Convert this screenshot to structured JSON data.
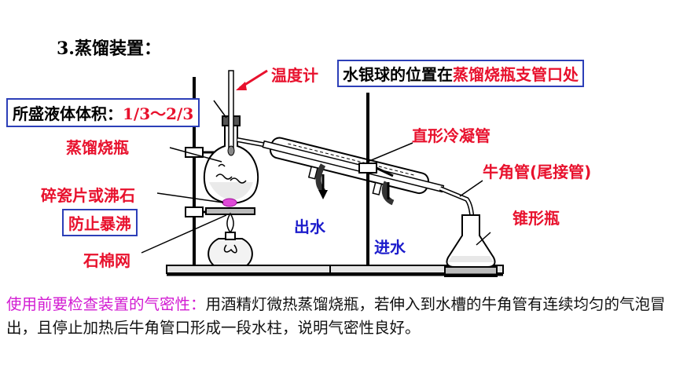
{
  "title": "3.蒸馏装置：",
  "labels": {
    "thermometer": "温度计",
    "note_prefix": "水银球的位置在",
    "note_highlight": "蒸馏烧瓶支管口处",
    "volume_prefix": "所盛液体体积：",
    "volume_value": "1/3～2/3",
    "condenser": "直形冷凝管",
    "flask": "蒸馏烧瓶",
    "adapter": "牛角管(尾接管)",
    "boiling_chips": "碎瓷片或沸石",
    "prevent_bumping": "防止暴沸",
    "water_out": "出水",
    "water_in": "进水",
    "receiver": "锥形瓶",
    "gauze": "石棉网"
  },
  "paragraph": {
    "lead": "使用前要检查装置的气密性：",
    "body": "用酒精灯微热蒸馏烧瓶，若伸入到水槽的牛角管有连续均匀的气泡冒出，且停止加热后牛角管口形成一段水柱，说明气密性良好。"
  },
  "colors": {
    "label_red": "#e8112d",
    "label_blue": "#1c1ccc",
    "box_border": "#2c3fb8",
    "lead_magenta": "#d21ad2",
    "boiling_chips": "#e04ad8"
  }
}
